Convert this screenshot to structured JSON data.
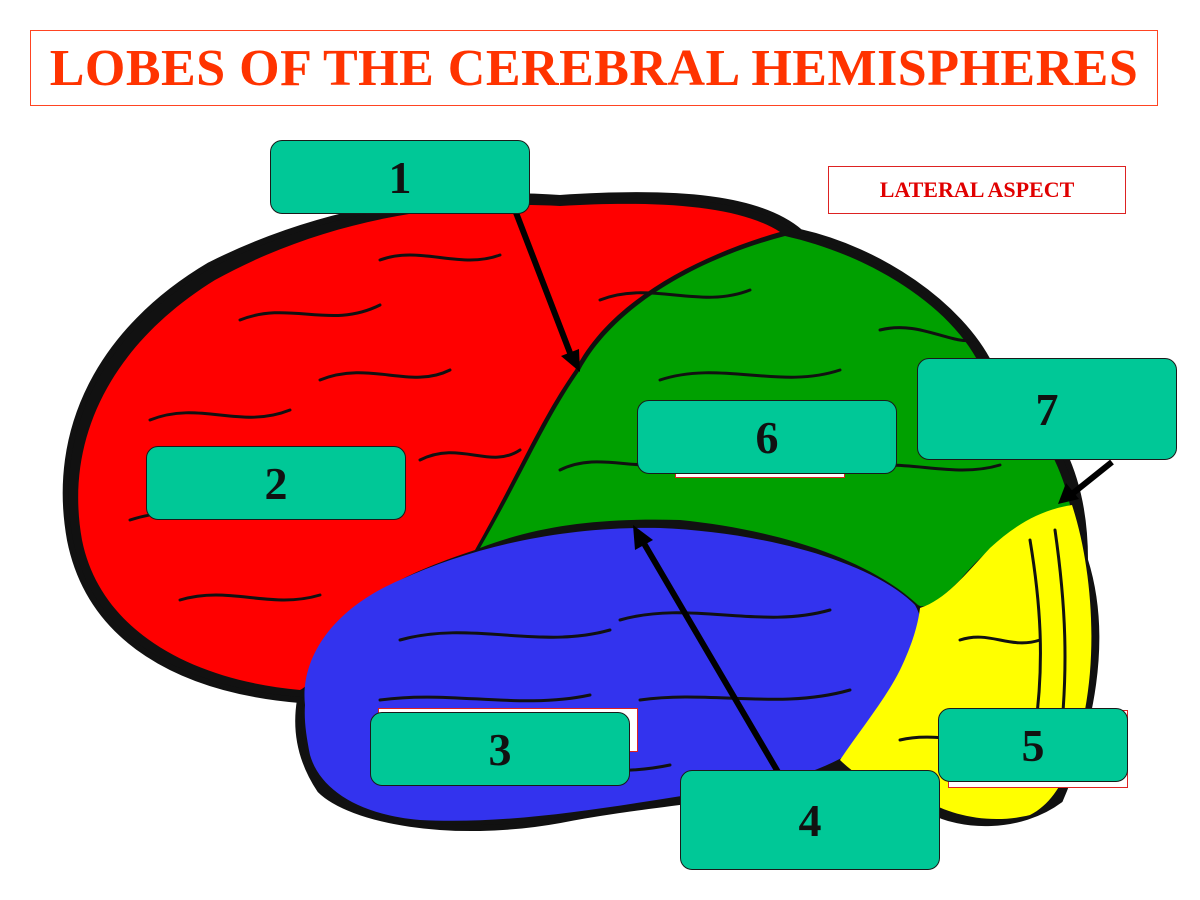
{
  "title": "LOBES OF THE CEREBRAL HEMISPHERES",
  "aspect_label": "LATERAL ASPECT",
  "labels": {
    "l1": "1",
    "l2": "2",
    "l3": "3",
    "l4": "4",
    "l5": "5",
    "l6": "6",
    "l7": "7"
  },
  "colors": {
    "title": "#ff3300",
    "frontal": "#ff0000",
    "parietal": "#00a000",
    "temporal": "#3333ee",
    "occipital": "#ffff00",
    "callout": "#00c897",
    "outline": "#111111"
  }
}
